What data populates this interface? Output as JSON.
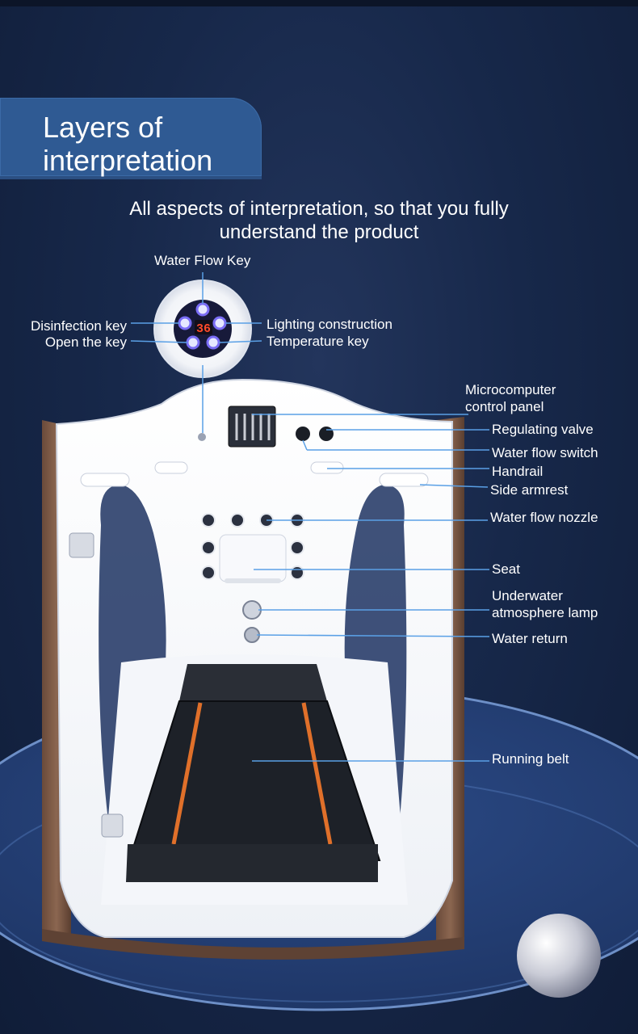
{
  "header": {
    "title_line1": "Layers of",
    "title_line2": "interpretation",
    "subtitle_line1": "All aspects of interpretation, so that you fully",
    "subtitle_line2": "understand the product"
  },
  "control_panel": {
    "display_value": "36",
    "keys": {
      "water_flow": "Water Flow Key",
      "disinfection": "Disinfection key",
      "open": "Open the key",
      "lighting": "Lighting construction",
      "temperature": "Temperature key"
    }
  },
  "parts": {
    "microcomputer_line1": "Microcomputer",
    "microcomputer_line2": "control panel",
    "regulating_valve": "Regulating valve",
    "water_flow_switch": "Water flow switch",
    "handrail": "Handrail",
    "side_armrest": "Side armrest",
    "water_flow_nozzle": "Water flow nozzle",
    "seat": "Seat",
    "lamp_line1": "Underwater",
    "lamp_line2": "atmosphere lamp",
    "water_return": "Water return",
    "running_belt": "Running belt"
  },
  "colors": {
    "background": "#17284a",
    "title_tab": "#2f5a93",
    "leader_line": "#5aa0e6",
    "belt_stripe": "#e0702a"
  }
}
